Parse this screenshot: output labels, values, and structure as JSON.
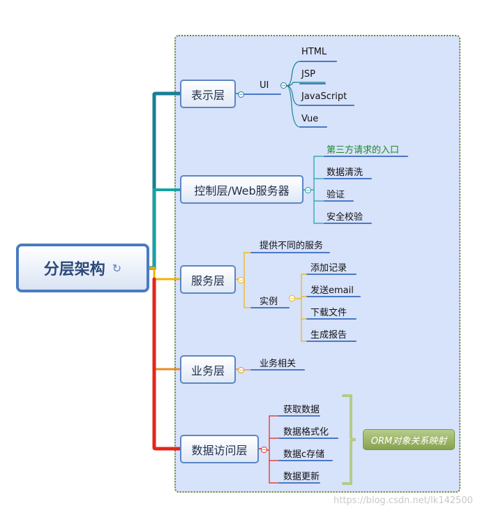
{
  "root": {
    "label": "分层架构",
    "icon": "refresh-arrow-icon"
  },
  "branches": [
    {
      "id": "presentation",
      "label": "表示层",
      "color": "#177f95",
      "children": [
        {
          "label": "UI",
          "children": [
            "HTML",
            "JSP",
            "JavaScript",
            "Vue"
          ]
        }
      ]
    },
    {
      "id": "controller",
      "label": "控制层/Web服务器",
      "color": "#16a3a3",
      "children": [
        {
          "label": "第三方请求的入口",
          "highlight": true
        },
        {
          "label": "数据清洗"
        },
        {
          "label": "验证"
        },
        {
          "label": "安全校验"
        }
      ]
    },
    {
      "id": "service",
      "label": "服务层",
      "color": "#f0b400",
      "children": [
        {
          "label": "提供不同的服务"
        },
        {
          "label": "实例",
          "children": [
            "添加记录",
            "发送email",
            "下载文件",
            "生成报告"
          ]
        }
      ]
    },
    {
      "id": "business",
      "label": "业务层",
      "color": "#e98b22",
      "children": [
        {
          "label": "业务相关"
        }
      ]
    },
    {
      "id": "data-access",
      "label": "数据访问层",
      "color": "#e3261b",
      "children": [
        {
          "label": "获取数据"
        },
        {
          "label": "数据格式化"
        },
        {
          "label": "数据c存储"
        },
        {
          "label": "数据更新"
        }
      ]
    }
  ],
  "orm_label": "ORM对象关系映射",
  "watermark": "https://blog.csdn.net/lk142500",
  "colors": {
    "panel": "#d7e2fb",
    "node_border": "#5b86c3",
    "underline": "#4a78c4",
    "highlight_text": "#1c8a2c"
  }
}
